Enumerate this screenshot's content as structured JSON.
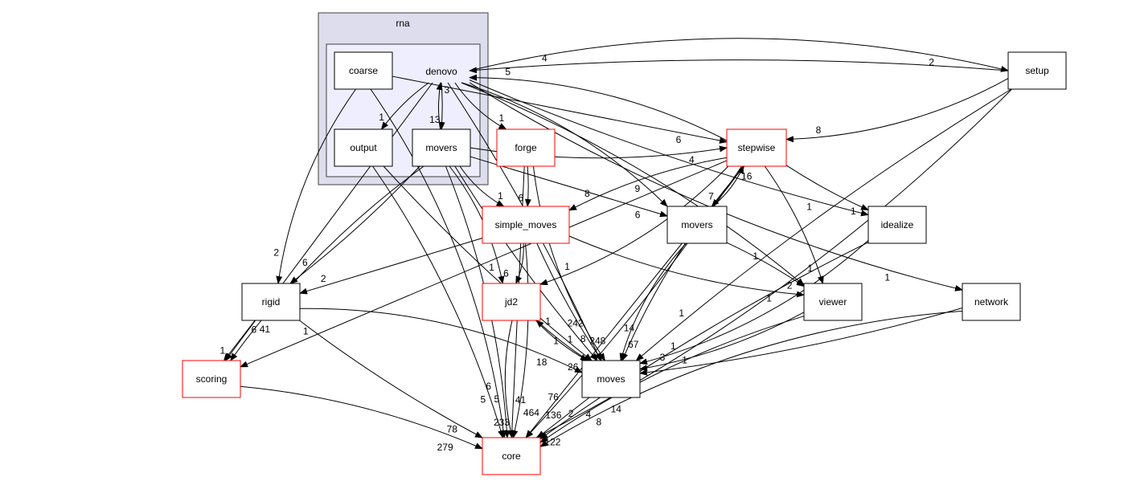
{
  "colors": {
    "cluster_outer": "#dddded",
    "cluster_inner": "#eeeeff",
    "border_red": "#ff0000",
    "border_dark": "#404040",
    "edge": "#000000"
  },
  "clusters": {
    "rna": {
      "label": "rna"
    },
    "denovo": {
      "label": "denovo"
    }
  },
  "nodes": [
    {
      "id": "coarse",
      "label": "coarse",
      "style": "plain"
    },
    {
      "id": "output",
      "label": "output",
      "style": "plain"
    },
    {
      "id": "rmovers",
      "label": "movers",
      "style": "plain"
    },
    {
      "id": "forge",
      "label": "forge",
      "style": "red"
    },
    {
      "id": "setup",
      "label": "setup",
      "style": "plain"
    },
    {
      "id": "stepwise",
      "label": "stepwise",
      "style": "red"
    },
    {
      "id": "simple_moves",
      "label": "simple_moves",
      "style": "red"
    },
    {
      "id": "movers",
      "label": "movers",
      "style": "plain"
    },
    {
      "id": "idealize",
      "label": "idealize",
      "style": "plain"
    },
    {
      "id": "rigid",
      "label": "rigid",
      "style": "plain"
    },
    {
      "id": "jd2",
      "label": "jd2",
      "style": "red"
    },
    {
      "id": "viewer",
      "label": "viewer",
      "style": "plain"
    },
    {
      "id": "network",
      "label": "network",
      "style": "plain"
    },
    {
      "id": "scoring",
      "label": "scoring",
      "style": "red"
    },
    {
      "id": "moves",
      "label": "moves",
      "style": "plain"
    },
    {
      "id": "core",
      "label": "core",
      "style": "red"
    }
  ],
  "edges": [
    {
      "from": "denovo",
      "to": "setup",
      "label": "2"
    },
    {
      "from": "setup",
      "to": "denovo",
      "label": "4"
    },
    {
      "from": "rmovers",
      "to": "denovo",
      "label": "3"
    },
    {
      "from": "denovo",
      "to": "output",
      "label": "1"
    },
    {
      "from": "denovo",
      "to": "rmovers",
      "label": "13"
    },
    {
      "from": "denovo",
      "to": "forge",
      "label": "1"
    },
    {
      "from": "denovo",
      "to": "scoring",
      "label": "41"
    },
    {
      "from": "denovo",
      "to": "movers",
      "label": "9"
    },
    {
      "from": "denovo",
      "to": "idealize",
      "label": "1"
    },
    {
      "from": "denovo",
      "to": "viewer",
      "label": "1"
    },
    {
      "from": "denovo",
      "to": "network",
      "label": "1"
    },
    {
      "from": "denovo",
      "to": "moves",
      "label": "242"
    },
    {
      "from": "coarse",
      "to": "rigid",
      "label": "2"
    },
    {
      "from": "coarse",
      "to": "stepwise",
      "label": "6"
    },
    {
      "from": "coarse",
      "to": "core",
      "label": "6"
    },
    {
      "from": "output",
      "to": "moves",
      "label": "1"
    },
    {
      "from": "output",
      "to": "core",
      "label": "5"
    },
    {
      "from": "rmovers",
      "to": "scoring",
      "label": "6"
    },
    {
      "from": "rmovers",
      "to": "rigid",
      "label": "6"
    },
    {
      "from": "rmovers",
      "to": "simple_moves",
      "label": "1"
    },
    {
      "from": "rmovers",
      "to": "movers",
      "label": "6"
    },
    {
      "from": "rmovers",
      "to": "jd2",
      "label": "1"
    },
    {
      "from": "rmovers",
      "to": "moves",
      "label": "1"
    },
    {
      "from": "rmovers",
      "to": "core",
      "label": "5"
    },
    {
      "from": "rmovers",
      "to": "stepwise",
      "label": "4"
    },
    {
      "from": "forge",
      "to": "simple_moves",
      "label": "6"
    },
    {
      "from": "forge",
      "to": "moves",
      "label": "8"
    },
    {
      "from": "forge",
      "to": "core",
      "label": "41"
    },
    {
      "from": "setup",
      "to": "stepwise",
      "label": "8"
    },
    {
      "from": "setup",
      "to": "moves",
      "label": "1"
    },
    {
      "from": "setup",
      "to": "core",
      "label": "14"
    },
    {
      "from": "stepwise",
      "to": "simple_moves",
      "label": "8"
    },
    {
      "from": "stepwise",
      "to": "movers",
      "label": "7"
    },
    {
      "from": "movers",
      "to": "stepwise",
      "label": "16"
    },
    {
      "from": "stepwise",
      "to": "scoring",
      "label": "1"
    },
    {
      "from": "stepwise",
      "to": "jd2",
      "label": "1"
    },
    {
      "from": "stepwise",
      "to": "idealize",
      "label": "1"
    },
    {
      "from": "stepwise",
      "to": "viewer",
      "label": "1"
    },
    {
      "from": "stepwise",
      "to": "moves",
      "label": "14"
    },
    {
      "from": "stepwise",
      "to": "core",
      "label": "76"
    },
    {
      "from": "stepwise",
      "to": "denovo",
      "label": "5"
    },
    {
      "from": "simple_moves",
      "to": "rigid",
      "label": "2"
    },
    {
      "from": "simple_moves",
      "to": "jd2",
      "label": "6"
    },
    {
      "from": "simple_moves",
      "to": "moves",
      "label": "248"
    },
    {
      "from": "simple_moves",
      "to": "core",
      "label": "464"
    },
    {
      "from": "simple_moves",
      "to": "viewer",
      "label": "1"
    },
    {
      "from": "movers",
      "to": "viewer",
      "label": "2"
    },
    {
      "from": "movers",
      "to": "moves",
      "label": "67"
    },
    {
      "from": "movers",
      "to": "core",
      "label": "136"
    },
    {
      "from": "idealize",
      "to": "moves",
      "label": "1"
    },
    {
      "from": "idealize",
      "to": "core",
      "label": "4"
    },
    {
      "from": "viewer",
      "to": "moves",
      "label": "3"
    },
    {
      "from": "viewer",
      "to": "core",
      "label": "2"
    },
    {
      "from": "network",
      "to": "moves",
      "label": "1"
    },
    {
      "from": "network",
      "to": "core",
      "label": "8"
    },
    {
      "from": "rigid",
      "to": "scoring",
      "label": "1"
    },
    {
      "from": "rigid",
      "to": "moves",
      "label": "18"
    },
    {
      "from": "rigid",
      "to": "core",
      "label": "78"
    },
    {
      "from": "scoring",
      "to": "core",
      "label": "279"
    },
    {
      "from": "jd2",
      "to": "moves",
      "label": "26"
    },
    {
      "from": "moves",
      "to": "jd2",
      "label": "1"
    },
    {
      "from": "jd2",
      "to": "core",
      "label": "233"
    },
    {
      "from": "moves",
      "to": "core",
      "label": "122"
    }
  ]
}
